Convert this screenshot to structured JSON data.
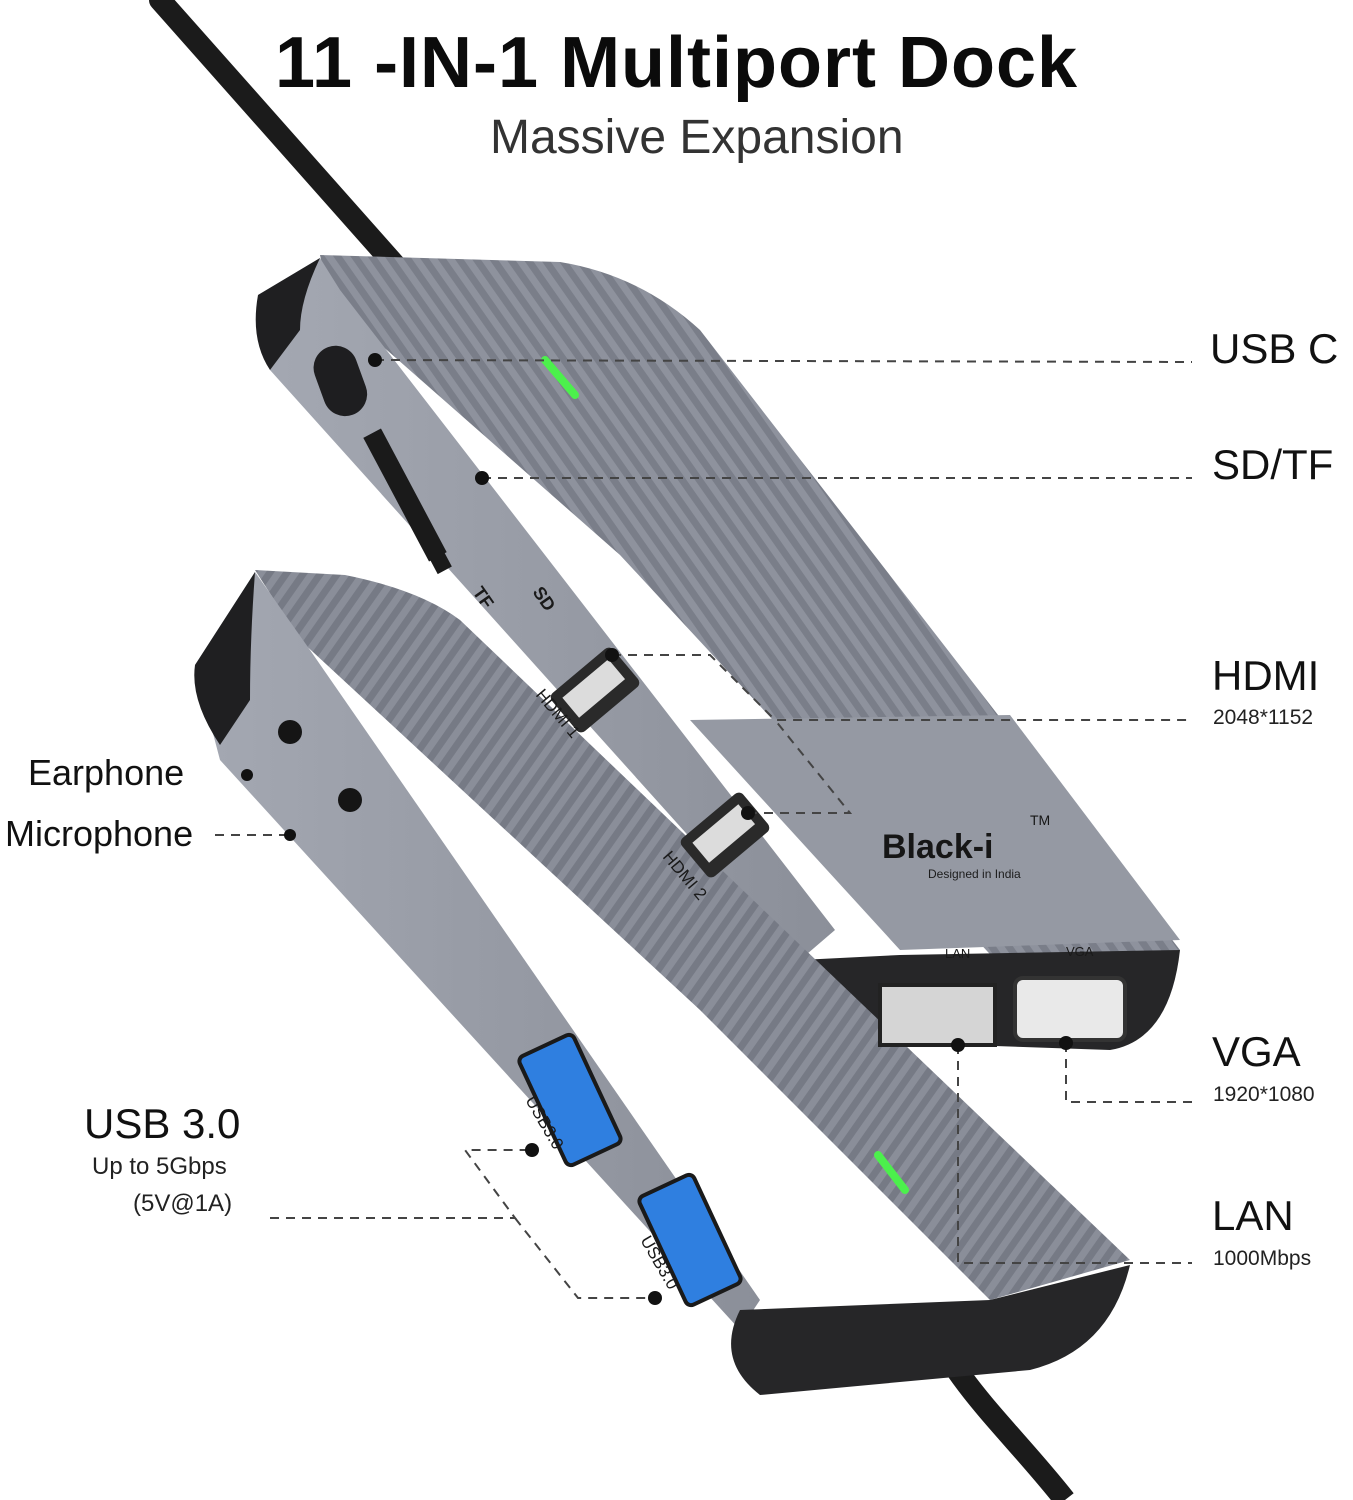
{
  "header": {
    "title": "11 -IN-1 Multiport Dock",
    "subtitle": "Massive Expansion"
  },
  "callouts": {
    "usb_c": {
      "label": "USB C"
    },
    "sd_tf": {
      "label": "SD/TF"
    },
    "hdmi": {
      "label": "HDMI",
      "spec": "2048*1152"
    },
    "vga": {
      "label": "VGA",
      "spec": "1920*1080"
    },
    "lan": {
      "label": "LAN",
      "spec": "1000Mbps"
    },
    "earphone": {
      "label": "Earphone"
    },
    "microphone": {
      "label": "Microphone"
    },
    "usb30": {
      "label": "USB 3.0",
      "spec_line1": "Up to 5Gbps",
      "spec_line2": "(5V@1A)"
    }
  },
  "device": {
    "brand": "Black-i",
    "trademark": "TM",
    "tagline": "Designed in India",
    "port_labels": {
      "tf": "TF",
      "sd": "SD",
      "hdmi1": "HDMI 1",
      "hdmi2": "HDMI 2",
      "lan": "LAN",
      "vga": "VGA",
      "usb_a1": "USB3.0",
      "usb_a2": "USB3.0"
    },
    "colors": {
      "body": "#8e929d",
      "body_dark": "#6d717b",
      "endcap": "#2a2a2c",
      "led": "#4cf04c",
      "usb_blue": "#2f7fe0"
    }
  }
}
